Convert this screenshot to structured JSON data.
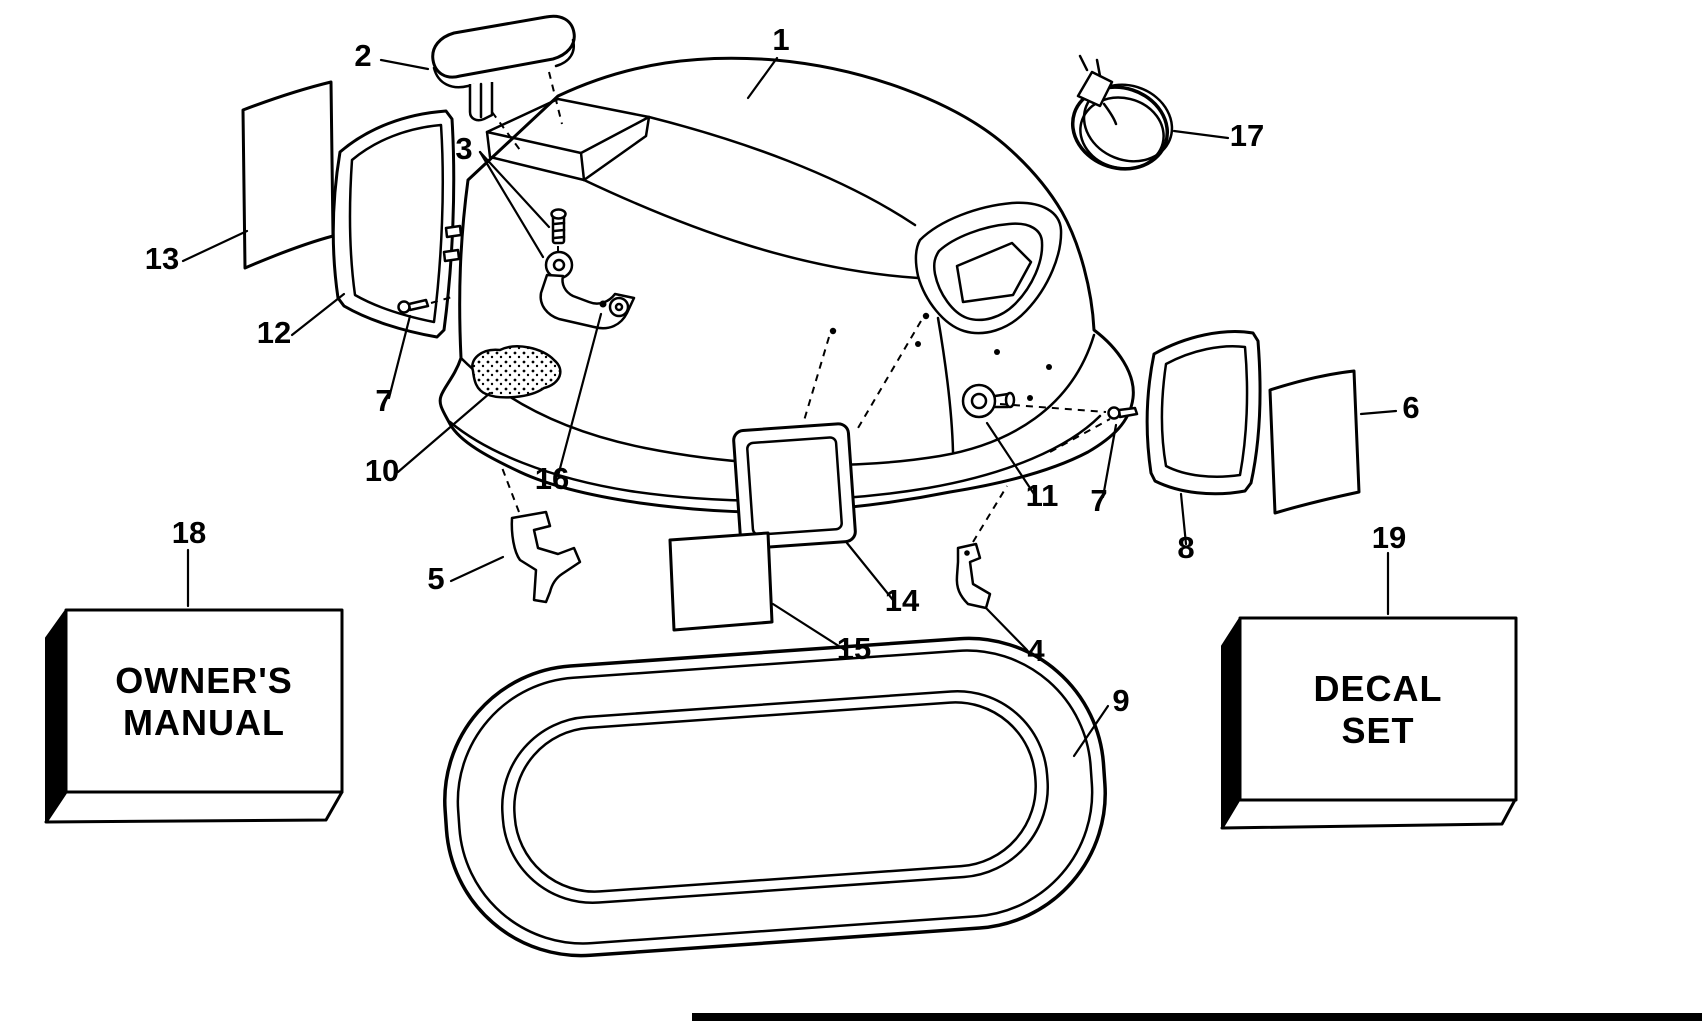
{
  "colors": {
    "ink": "#000000",
    "paper": "#ffffff"
  },
  "callouts": {
    "c1": "1",
    "c2": "2",
    "c3": "3",
    "c4": "4",
    "c5": "5",
    "c6": "6",
    "c7_left": "7",
    "c7_right": "7",
    "c8": "8",
    "c9": "9",
    "c10": "10",
    "c11": "11",
    "c12": "12",
    "c13": "13",
    "c14": "14",
    "c15": "15",
    "c16": "16",
    "c17": "17",
    "c18": "18",
    "c19": "19"
  },
  "owners_manual_box": {
    "line1": "OWNER'S",
    "line2": "MANUAL"
  },
  "decal_set_box": {
    "line1": "DECAL",
    "line2": "SET"
  }
}
